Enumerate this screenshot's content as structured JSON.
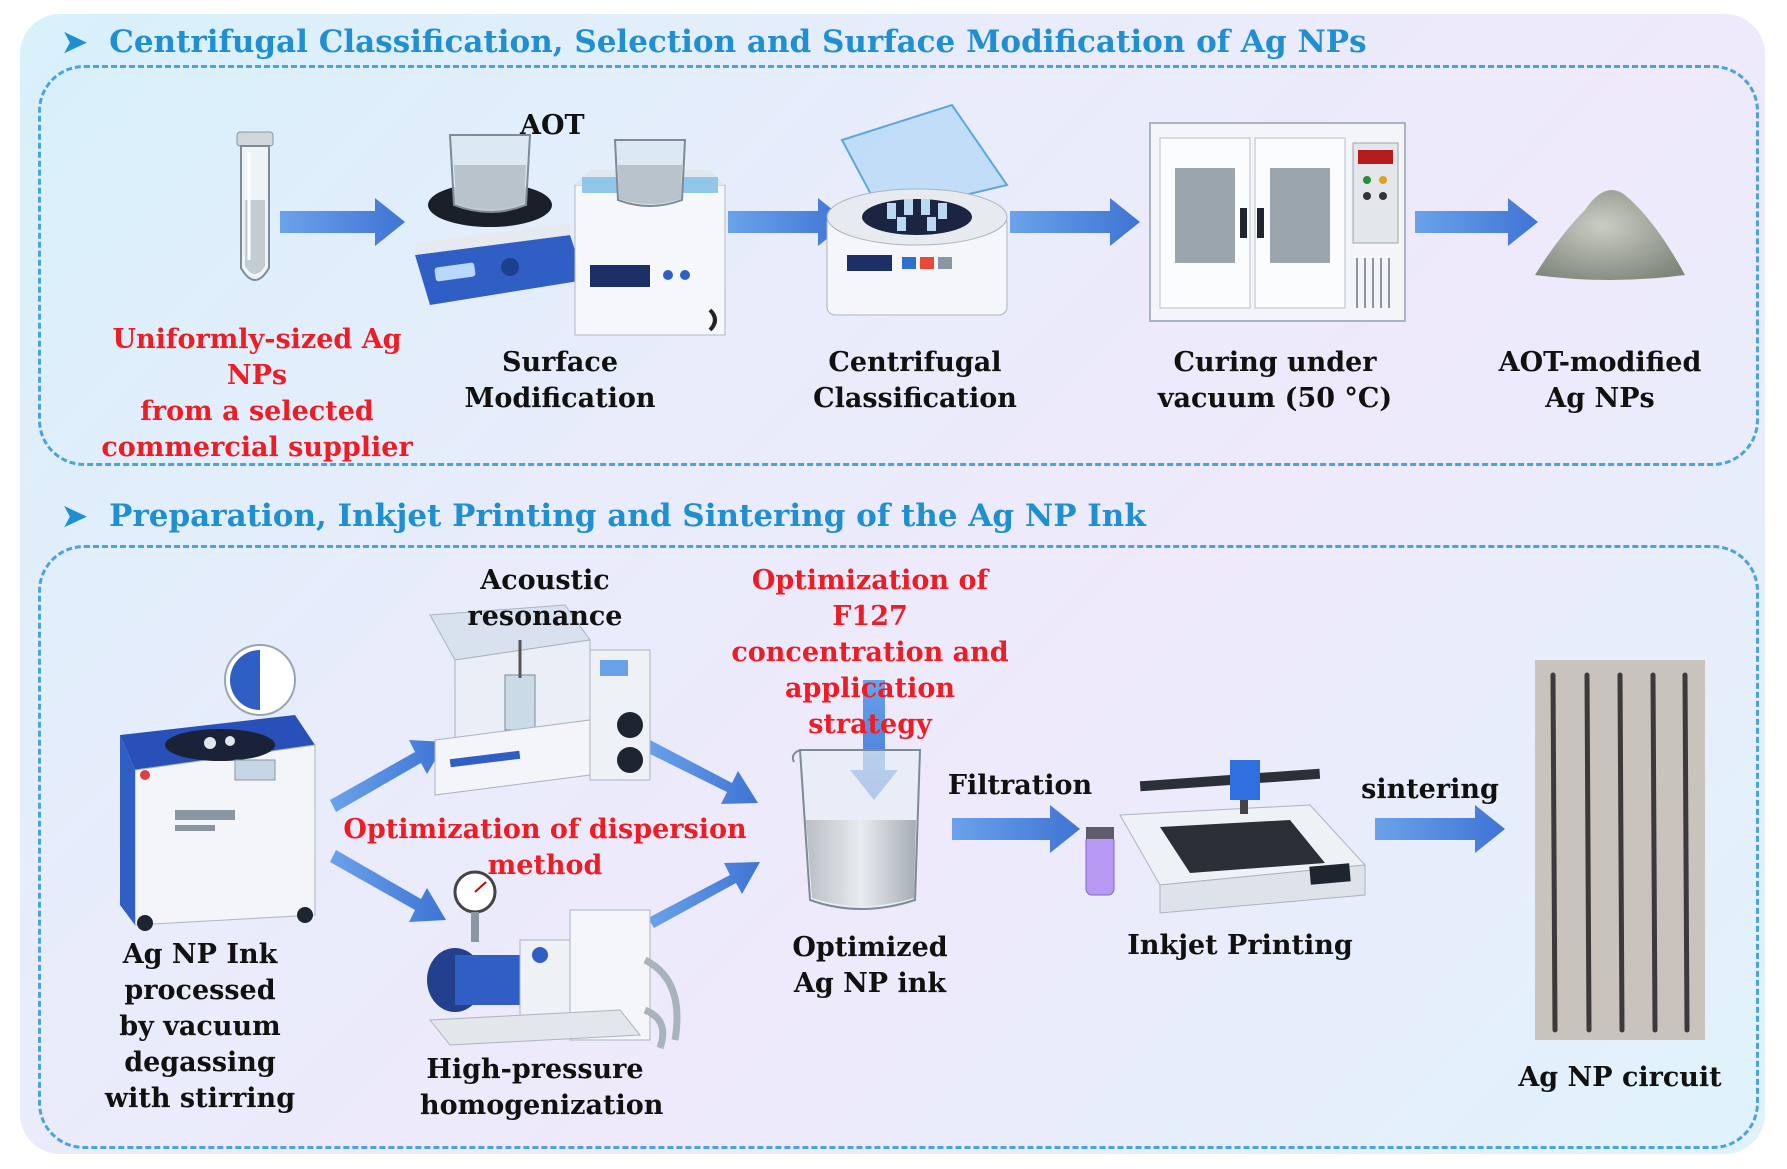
{
  "section1": {
    "heading": "Centrifugal Classification, Selection and Surface Modification of Ag NPs",
    "steps": [
      {
        "label": "Uniformly-sized Ag NPs\nfrom a selected\ncommercial supplier",
        "icon": "test-tube-icon"
      },
      {
        "label": "Surface\nModification",
        "icon": "stirrer-and-bath-icon",
        "tag": "AOT"
      },
      {
        "label": "Centrifugal\nClassification",
        "icon": "centrifuge-icon"
      },
      {
        "label": "Curing under\nvacuum (50 °C)",
        "icon": "vacuum-oven-icon"
      },
      {
        "label": "AOT-modified\nAg NPs",
        "icon": "powder-pile-icon"
      }
    ]
  },
  "section2": {
    "heading": "Preparation, Inkjet Printing and Sintering of  the Ag NP Ink",
    "degassing_label": "Ag NP Ink processed\nby vacuum degassing\nwith stirring",
    "acoustic_label": "Acoustic resonance",
    "homogenization_label": "High-pressure\nhomogenization",
    "dispersion_label": "Optimization of dispersion method",
    "f127_label": "Optimization of  F127\nconcentration and\napplication strategy",
    "ink_label": "Optimized\nAg NP ink",
    "filtration_label": "Filtration",
    "printing_label": "Inkjet Printing",
    "sintering_label": "sintering",
    "circuit_label": "Ag NP circuit"
  },
  "colors": {
    "heading": "#1f8fd2",
    "accent_red": "#ee1c24",
    "arrow": "#4f86dc",
    "border": "#4aa3dc"
  }
}
